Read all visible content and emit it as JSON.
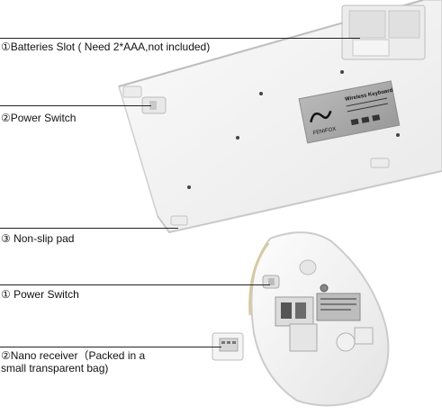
{
  "callouts": [
    {
      "id": "batteries",
      "text": "①Batteries Slot ( Need 2*AAA,not included)"
    },
    {
      "id": "kb-power",
      "text": "②Power Switch"
    },
    {
      "id": "nonslip",
      "text": "③ Non-slip pad"
    },
    {
      "id": "mouse-power",
      "text": "① Power Switch"
    },
    {
      "id": "nano",
      "text": "②Nano receiver（Packed in a small transparent bag)"
    }
  ],
  "keyboard": {
    "brand": "FENIFOX",
    "label_title": "Wireless Keyboard"
  },
  "colors": {
    "device_body": "#f2f2f2",
    "device_edge": "#cfcfcf",
    "label_plate": "#a9a9a9",
    "accent_silver": "#d8d8d8"
  }
}
